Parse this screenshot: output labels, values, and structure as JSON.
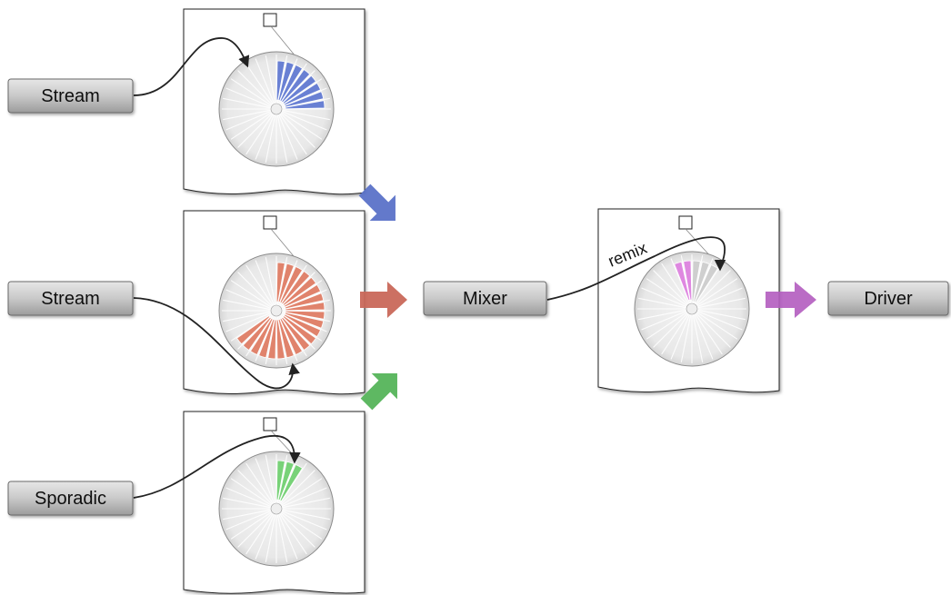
{
  "nodes": {
    "stream_top": "Stream",
    "stream_middle": "Stream",
    "sporadic": "Sporadic",
    "mixer": "Mixer",
    "driver": "Driver"
  },
  "remix_label": "remix",
  "buffers": {
    "top": {
      "slots": 32,
      "filled_from": 0,
      "filled_count": 8,
      "fill_color": "#5f78d2"
    },
    "middle": {
      "slots": 32,
      "filled_from": 0,
      "filled_count": 21,
      "fill_color": "#e07b62"
    },
    "bottom": {
      "slots": 32,
      "filled_from": 0,
      "filled_count": 3,
      "fill_color": "#6fd06f"
    },
    "mixer": {
      "slots": 32,
      "filled_from": -2,
      "filled_count": 2,
      "fill_color": "#de80e0",
      "trail_count": 3,
      "trail_color": "#cfcfcf"
    }
  },
  "colors": {
    "blue_arrow": "#5b72c8",
    "red_arrow": "#c9685a",
    "green_arrow": "#55b45a",
    "purple_arrow": "#b35cbf"
  }
}
